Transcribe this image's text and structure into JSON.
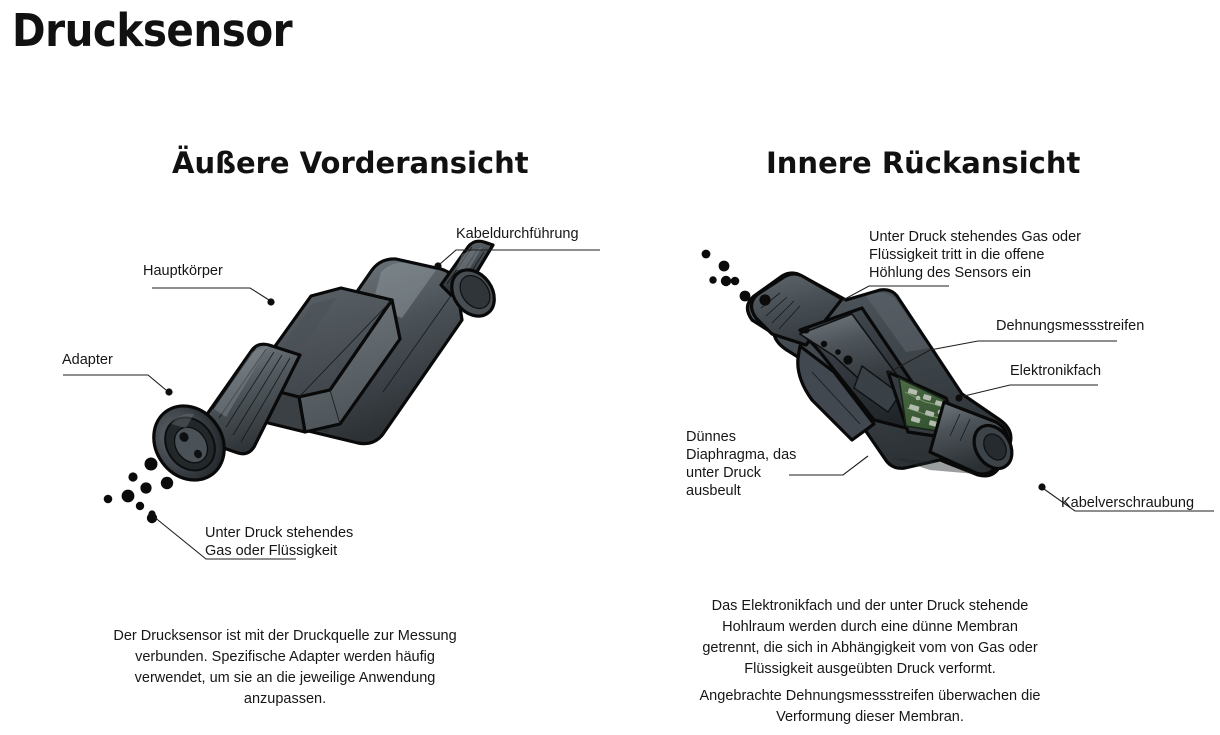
{
  "title": "Drucksensor",
  "panels": {
    "left": {
      "heading": "Äußere Vorderansicht",
      "labels": {
        "cable_gland": "Kabeldurchführung",
        "main_body": "Hauptkörper",
        "adapter": "Adapter",
        "pressurised_media": "Unter Druck stehendes\nGas oder Flüssigkeit"
      },
      "caption": "Der Drucksensor ist mit der Druckquelle zur Messung\nverbunden. Spezifische Adapter werden häufig\nverwendet, um sie an die jeweilige Anwendung\nanzupassen."
    },
    "right": {
      "heading": "Innere Rückansicht",
      "labels": {
        "media_entry": "Unter Druck stehendes Gas oder\nFlüssigkeit tritt in die offene\nHöhlung des Sensors ein",
        "strain_gauge": "Dehnungsmessstreifen",
        "electronics_bay": "Elektronikfach",
        "diaphragm": "Dünnes\nDiaphragma, das\nunter Druck\nausbeult",
        "cable_screw": "Kabelverschraubung"
      },
      "caption_1": "Das Elektronikfach und der unter Druck stehende\nHohlraum werden durch eine dünne Membran\ngetrennt, die sich in Abhängigkeit vom von Gas oder\nFlüssigkeit ausgeübten Druck verformt.",
      "caption_2": "Angebrachte Dehnungsmessstreifen überwachen die\nVerformung dieser Membran."
    }
  },
  "colors": {
    "background": "#ffffff",
    "text": "#161616",
    "title": "#111111",
    "outline": "#090909",
    "body_dark": "#34383c",
    "body_mid": "#4c5358",
    "body_light": "#6d757a",
    "body_highlight": "#878f94",
    "pcb_green": "#3f5c3a",
    "pcb_pad": "#c9cdc6",
    "leader_line": "#1e1e1e",
    "particle": "#0b0b0b"
  }
}
